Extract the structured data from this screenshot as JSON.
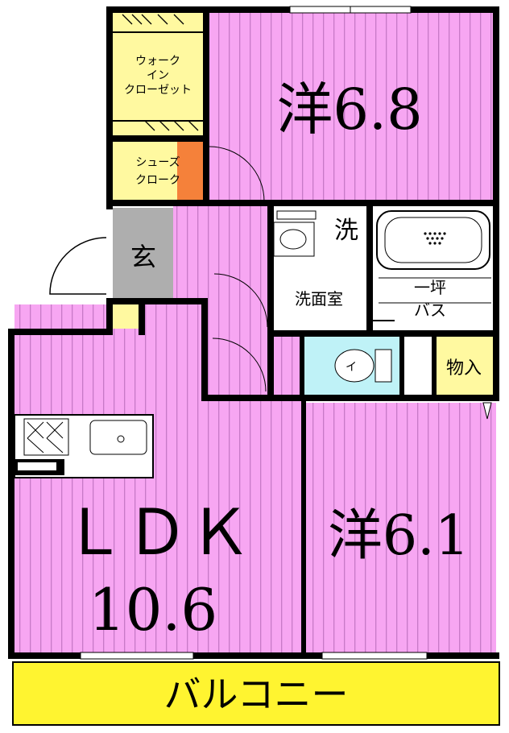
{
  "rooms": {
    "western_room_1": "洋6.8",
    "western_room_2": "洋6.1",
    "ldk_top": "ＬＤＫ",
    "ldk_bottom": "10.6",
    "walk_in_closet": [
      "ウォーク",
      "イン",
      "クローゼット"
    ],
    "shoes_cloak": [
      "シューズ",
      "クローク"
    ],
    "entrance": "玄",
    "washroom": "洗面室",
    "laundry": "洗",
    "bath": [
      "一坪",
      "バス"
    ],
    "toilet": "イ",
    "storage": "物入",
    "balcony": "バルコニー"
  },
  "colors": {
    "room_fill": "#f7a6f2",
    "stripe": "#c77ac7",
    "closet_fill": "#fff9a0",
    "shoes_accent": "#f5813a",
    "entrance_fill": "#aeaeae",
    "balcony_fill": "#fff430",
    "toilet_fill": "#bff2f7",
    "wall": "#000000"
  }
}
